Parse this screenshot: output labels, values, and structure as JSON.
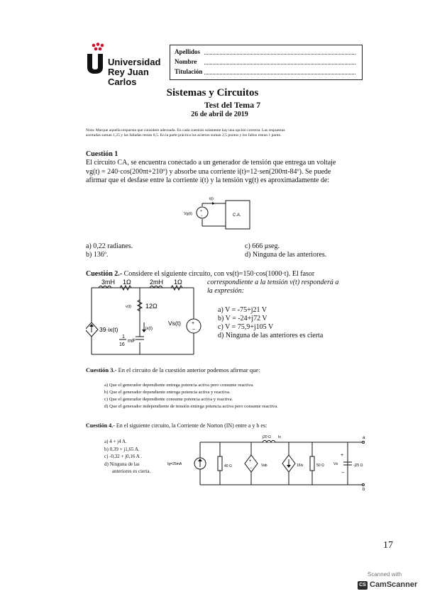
{
  "header": {
    "university_line1": "Universidad",
    "university_line2": "Rey Juan Carlos",
    "form": {
      "apellidos": "Apellidos",
      "nombre": "Nombre",
      "titulacion": "Titulación"
    }
  },
  "title": {
    "main": "Sistemas y Circuitos",
    "sub": "Test del Tema 7",
    "date": "26 de abril de 2019"
  },
  "note": {
    "line1": "Nota: Marque aquella respuesta que considere adecuada. En cada cuestión solamente hay una opción correcta. Las respuestas",
    "line2": "acertadas suman 1,25 y las falladas restan 0,5. En la parte práctica los aciertos suman 2,5 puntos y los fallos restan 1 punto."
  },
  "q1": {
    "heading": "Cuestión 1",
    "line1": "El circuito CA, se encuentra conectado a un generador de tensión que entrega un voltaje",
    "line2": "vg(t) = 240·cos(200πt+210º) y absorbe una corriente i(t)=12·sen(200πt-84º). Se puede",
    "line3": "afirmar que el desfase entre la corriente i(t) y la tensión vg(t) es aproximadamente de:",
    "fig": {
      "current": "i(t)",
      "source": "Vg(t)",
      "box": "C.A."
    },
    "a": "a) 0,22 radianes.",
    "b": "b) 136º.",
    "c": "c) 666 μseg.",
    "d": "d) Ninguna de las anteriores."
  },
  "q2": {
    "heading": "Cuestión 2.-",
    "line1": "Considere el siguiente circuito, con vs(t)=150·cos(1000·t). El fasor",
    "line2": "correspondiente a la tensión v(t) responderá a",
    "line3": "la expresión:",
    "fig": {
      "l1": "3mH",
      "r1": "1Ω",
      "l2": "2mH",
      "r2": "1Ω",
      "r12": "12Ω",
      "vt": "v(t)",
      "ix": "ix(t)",
      "dep": "39·ix(t)",
      "cap_num": "1",
      "cap_den": "16",
      "cap_unit": "mF",
      "vs": "Vs(t)"
    },
    "a": "a)  V = -75+j21  V",
    "b": "b)  V = -24+j72  V",
    "c": "c)  V = 75,9+j105  V",
    "d": "d)  Ninguna de las anteriores es cierta"
  },
  "q3": {
    "heading": "Cuestión 3.-",
    "text": "En el circuito de la cuestión anterior podemos afirmar que:",
    "a": "a)   Que el generador dependiente entrega potencia activa pero consume reactiva.",
    "b": "b)   Que el generador dependiente entrega potencia activa y reactiva.",
    "c": "c)   Que el generador dependiente consume potencia activa y reactiva.",
    "d": "d)   Que el generador independiente de tensión entrega potencia activa pero consume reactiva."
  },
  "q4": {
    "heading": "Cuestión 4.-",
    "text": "En el siguiente circuito, la Corriente de Norton (IN) entre a y b es:",
    "a": "a)   4 + j4  A.",
    "b": "b)   0,39 + j1,65  A.",
    "c": "c)   -0,32 + j0,16  A .",
    "d1": "d)   Ninguna   de   las",
    "d2": "anteriores es cierta.",
    "fig": {
      "ig": "Ig=25mA",
      "r40a": "40 Ω",
      "vab": "Vab",
      "j20": "j20 Ω",
      "ix": "Ix",
      "dep": "16Ix",
      "r50": "50 Ω",
      "vx": "Vx",
      "cap": "-j25 Ω",
      "a": "a",
      "b": "b"
    }
  },
  "page_number": "17",
  "scanner": {
    "scanned_with": "Scanned with",
    "brand": "CamScanner",
    "cs": "CS"
  }
}
